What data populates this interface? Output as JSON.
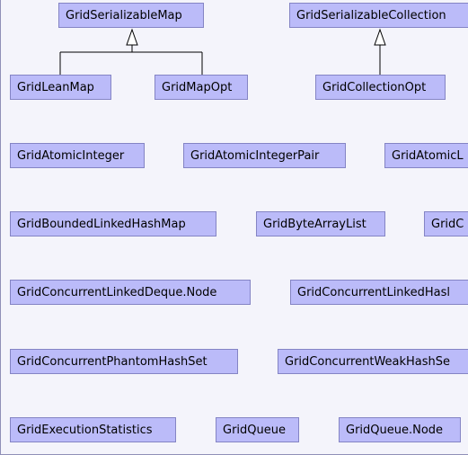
{
  "diagram": {
    "nodes": [
      {
        "id": "n1",
        "label": "GridSerializableMap"
      },
      {
        "id": "n2",
        "label": "GridSerializableCollection"
      },
      {
        "id": "n3",
        "label": "GridLeanMap"
      },
      {
        "id": "n4",
        "label": "GridMapOpt"
      },
      {
        "id": "n5",
        "label": "GridCollectionOpt"
      },
      {
        "id": "n6",
        "label": "GridAtomicInteger"
      },
      {
        "id": "n7",
        "label": "GridAtomicIntegerPair"
      },
      {
        "id": "n8",
        "label": "GridAtomicL"
      },
      {
        "id": "n9",
        "label": "GridBoundedLinkedHashMap"
      },
      {
        "id": "n10",
        "label": "GridByteArrayList"
      },
      {
        "id": "n11",
        "label": "GridC"
      },
      {
        "id": "n12",
        "label": "GridConcurrentLinkedDeque.Node"
      },
      {
        "id": "n13",
        "label": "GridConcurrentLinkedHasl"
      },
      {
        "id": "n14",
        "label": "GridConcurrentPhantomHashSet"
      },
      {
        "id": "n15",
        "label": "GridConcurrentWeakHashSe"
      },
      {
        "id": "n16",
        "label": "GridExecutionStatistics"
      },
      {
        "id": "n17",
        "label": "GridQueue"
      },
      {
        "id": "n18",
        "label": "GridQueue.Node"
      }
    ],
    "inheritance": [
      {
        "parent": "n1",
        "children": [
          "n3",
          "n4"
        ]
      },
      {
        "parent": "n2",
        "children": [
          "n5"
        ]
      }
    ],
    "colors": {
      "node_fill": "#bbbbf9",
      "node_border": "#8484c4",
      "background": "#f4f4fb",
      "edge": "#000000"
    }
  }
}
